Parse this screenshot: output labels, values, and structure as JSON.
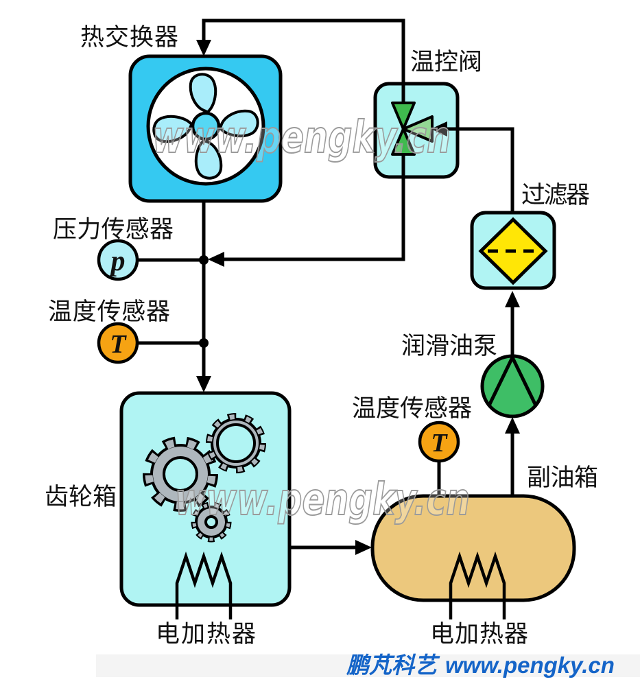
{
  "labels": {
    "heat_exchanger": "热交换器",
    "thermo_valve": "温控阀",
    "filter": "过滤器",
    "pressure_sensor": "压力传感器",
    "temp_sensor_main": "温度传感器",
    "lube_pump": "润滑油泵",
    "temp_sensor_tank": "温度传感器",
    "aux_tank": "副油箱",
    "gearbox": "齿轮箱",
    "heater_gearbox": "电加热器",
    "heater_tank": "电加热器"
  },
  "sensors": {
    "pressure_symbol": "p",
    "temp_symbol_main": "T",
    "temp_symbol_tank": "T"
  },
  "watermark": {
    "text": "www.pengky.cn"
  },
  "footer": {
    "brand": "鹏芃科艺",
    "url": "www.pengky.cn"
  },
  "colors": {
    "pipe": "#000000",
    "box_bright_cyan": "#35C9F1",
    "box_pale_cyan": "#B0F4F3",
    "fan_blade": "#A9EDFA",
    "fan_hub": "#55D7F4",
    "gear_gray": "#AEB7BD",
    "valve_green": "#3FBA4E",
    "valve_light_green": "#93D893",
    "filter_yellow": "#FFE606",
    "pump_green": "#3EBE66",
    "tank_tan": "#ECC87D",
    "sensor_cyan": "#B2EFF7",
    "sensor_orange": "#F6A313",
    "watermark_gray": "#9B9B9B",
    "footer_blue": "#1464C8",
    "label_black": "#111111"
  }
}
